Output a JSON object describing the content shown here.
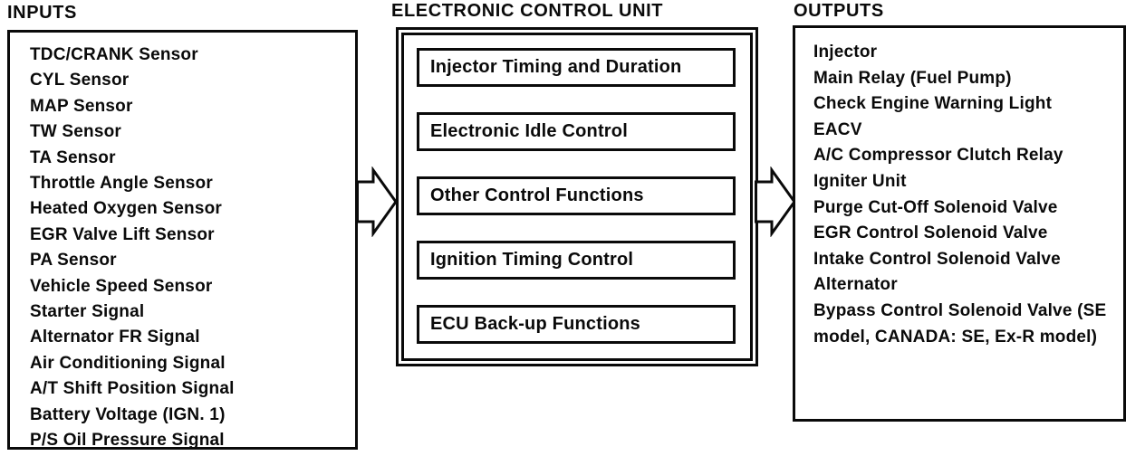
{
  "colors": {
    "ink": "#0a0a0a",
    "paper": "#ffffff"
  },
  "inputs": {
    "title": "INPUTS",
    "items": [
      "TDC/CRANK Sensor",
      "CYL Sensor",
      "MAP Sensor",
      "TW Sensor",
      "TA Sensor",
      "Throttle Angle Sensor",
      "Heated Oxygen Sensor",
      "EGR Valve Lift Sensor",
      "PA Sensor",
      "Vehicle Speed Sensor",
      "Starter Signal",
      "Alternator FR Signal",
      "Air Conditioning Signal",
      "A/T Shift Position Signal",
      "Battery Voltage (IGN. 1)",
      "P/S Oil Pressure Signal"
    ]
  },
  "ecu": {
    "title": "ELECTRONIC CONTROL UNIT",
    "functions": [
      "Injector Timing and Duration",
      "Electronic Idle Control",
      "Other Control Functions",
      "Ignition Timing Control",
      "ECU Back-up Functions"
    ]
  },
  "outputs": {
    "title": "OUTPUTS",
    "items": [
      "Injector",
      "Main Relay (Fuel Pump)",
      "Check Engine Warning Light",
      "EACV",
      "A/C Compressor Clutch Relay",
      "Igniter Unit",
      "Purge Cut-Off Solenoid Valve",
      "EGR Control Solenoid Valve",
      "Intake Control Solenoid Valve",
      "Alternator",
      "Bypass Control Solenoid Valve (SE model, CANADA: SE, Ex-R model)"
    ]
  },
  "icons": {
    "input_to_ecu": "right-block-arrow",
    "ecu_to_output": "right-block-arrow"
  }
}
